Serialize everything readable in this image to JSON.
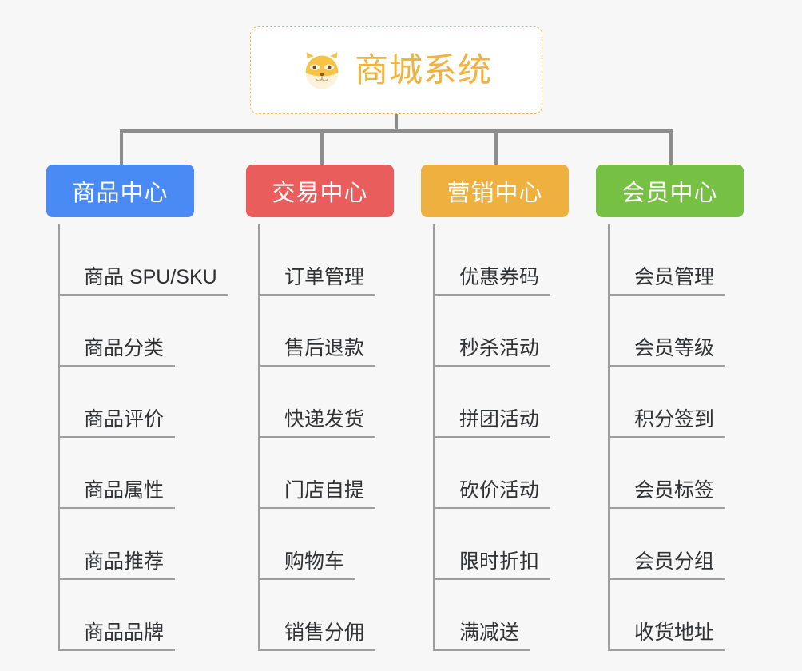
{
  "root": {
    "title": "商城系统",
    "icon": "shiba-dog-icon",
    "border_color": "#f0b849",
    "text_color": "#f2b33d"
  },
  "connector_color": "#8d8d8d",
  "leaf_line_color": "#9e9e9e",
  "background_color": "#f7f7f7",
  "branches": [
    {
      "label": "商品中心",
      "color": "#4a8af4",
      "items": [
        "商品 SPU/SKU",
        "商品分类",
        "商品评价",
        "商品属性",
        "商品推荐",
        "商品品牌"
      ]
    },
    {
      "label": "交易中心",
      "color": "#e95d5d",
      "items": [
        "订单管理",
        "售后退款",
        "快递发货",
        "门店自提",
        "购物车",
        "销售分佣"
      ]
    },
    {
      "label": "营销中心",
      "color": "#eeb13f",
      "items": [
        "优惠券码",
        "秒杀活动",
        "拼团活动",
        "砍价活动",
        "限时折扣",
        "满减送"
      ]
    },
    {
      "label": "会员中心",
      "color": "#76c144",
      "items": [
        "会员管理",
        "会员等级",
        "积分签到",
        "会员标签",
        "会员分组",
        "收货地址"
      ]
    }
  ]
}
